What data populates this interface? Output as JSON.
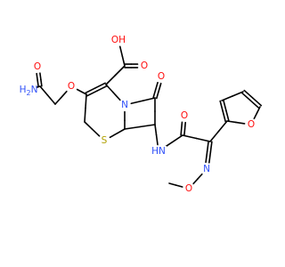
{
  "colors": {
    "carbon_bond": "#000000",
    "oxygen": "#ff0d0d",
    "nitrogen": "#3050f8",
    "sulfur": "#b0a000"
  },
  "labels": {
    "oh": "OH",
    "h2n": "H2N",
    "o_carboxyl": "O",
    "o_amide": "O",
    "o_ether": "O",
    "o_lactam": "O",
    "n_ring": "N",
    "s_ring": "S",
    "nh": "HN",
    "o_carbonyl2": "O",
    "o_furan": "O",
    "n_oxime": "N",
    "o_methoxy": "O"
  }
}
